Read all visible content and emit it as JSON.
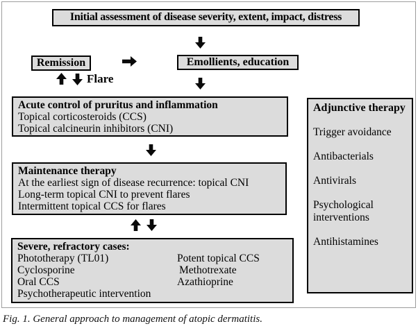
{
  "caption": "Fig. 1. General approach to management of atopic dermatitis.",
  "colors": {
    "box_fill": "#dcdcdc",
    "box_border": "#000000",
    "frame_border": "#9c9c9c",
    "arrow": "#0a0a0a"
  },
  "icons": {
    "down_arrow": "⬇",
    "up_arrow": "⬆",
    "right_arrow": "➡"
  },
  "nodes": {
    "initial": "Initial assessment of disease severity, extent, impact, distress",
    "remission": "Remission",
    "flare_label": "Flare",
    "emollients": "Emollients, education",
    "acute": {
      "title": "Acute control of pruritus and inflammation",
      "lines": [
        "Topical corticosteroids (CCS)",
        "Topical calcineurin inhibitors (CNI)"
      ]
    },
    "maintenance": {
      "title": "Maintenance therapy",
      "lines": [
        "At the earliest sign of disease recurrence: topical CNI",
        "Long-term topical CNI to prevent flares",
        "Intermittent topical CCS for flares"
      ]
    },
    "severe": {
      "title": "Severe, refractory cases:",
      "left_column": [
        "Phototherapy (TL01)",
        "Cyclosporine",
        "Oral CCS",
        "Psychotherapeutic intervention"
      ],
      "right_column": [
        "Potent topical CCS",
        "Methotrexate",
        "Azathioprine"
      ]
    },
    "adjunctive": {
      "title": "Adjunctive therapy",
      "items": [
        "Trigger avoidance",
        "Antibacterials",
        "Antivirals",
        "Psychological interventions",
        "Antihistamines"
      ]
    }
  }
}
